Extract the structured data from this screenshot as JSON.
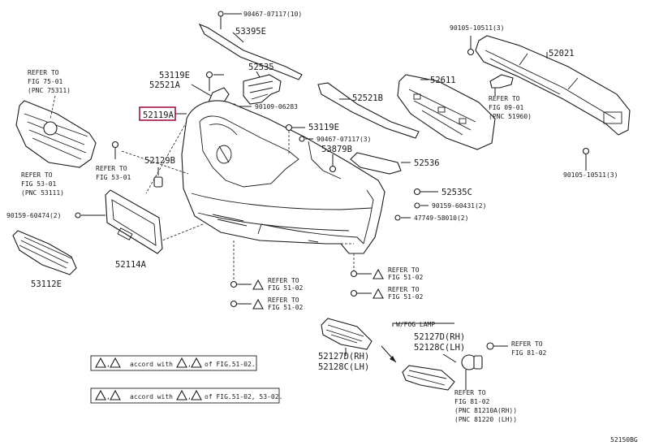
{
  "diagram": {
    "diagram_id": "52150BG",
    "highlighted_part": "52119A",
    "part_numbers": {
      "p53395E": "53395E",
      "p52535": "52535",
      "p53119E_a": "53119E",
      "p52521A": "52521A",
      "p52119A": "52119A",
      "p52521B": "52521B",
      "p53119E_b": "53119E",
      "p53879B": "53879B",
      "p52129B": "52129B",
      "p52536": "52536",
      "p52535C": "52535C",
      "p52114A": "52114A",
      "p53112E": "53112E",
      "p52611": "52611",
      "p52021": "52021",
      "p52127D_rh": "52127D(RH)",
      "p52128C_lh": "52128C(LH)",
      "p52127D_rh_b": "52127D(RH)",
      "p52128C_lh_b": "52128C(LH)"
    },
    "fasteners": {
      "f1": "90467-07117(10)",
      "f2": "90109-06283",
      "f3": "90467-07117(3)",
      "f4": "90159-60431(2)",
      "f5": "47749-58010(2)",
      "f6": "90159-60474(2)",
      "f7": "90105-10511(3)",
      "f8": "90105-10511(3)"
    },
    "refs": {
      "r1_a": "REFER TO",
      "r1_b": "FIG 75-01",
      "r1_c": "(PNC 75311)",
      "r2_a": "REFER TO",
      "r2_b": "FIG 53-01",
      "r2_c": "(PNC 53111)",
      "r3_a": "REFER TO",
      "r3_b": "FIG 53-01",
      "r4_a": "REFER TO",
      "r4_b": "FIG 51-02",
      "r5_a": "REFER TO",
      "r5_b": "FIG 51-02",
      "r6_a": "REFER TO",
      "r6_b": "FIG 51-02",
      "r7_a": "REFER TO",
      "r7_b": "FIG 51-02",
      "r8_a": "REFER TO",
      "r8_b": "FIG 09-01",
      "r8_c": "(PNC 51960)",
      "r9_a": "REFER TO",
      "r9_b": "FIG 81-02",
      "r10_a": "REFER TO",
      "r10_b": "FIG 81-02",
      "r10_c": "(PNC 81210A(RH))",
      "r10_d": "(PNC 81220 (LH))"
    },
    "fog_lamp_label": "W/FOG LAMP",
    "legend": {
      "row1_text": "accord with",
      "row1_of": "of FIG.51-02.",
      "row2_text": "accord with",
      "row2_of": "of FIG.51-02, 53-02."
    }
  }
}
